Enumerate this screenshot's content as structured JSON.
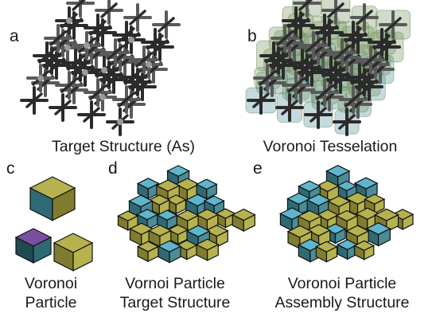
{
  "panels": {
    "a": {
      "letter": "a",
      "caption": "Target Structure (As)"
    },
    "b": {
      "letter": "b",
      "caption": "Voronoi Tesselation"
    },
    "c": {
      "letter": "c",
      "caption_line1": "Voronoi",
      "caption_line2": "Particle"
    },
    "d": {
      "letter": "d",
      "caption_line1": "Vornoi Particle",
      "caption_line2": "Target Structure"
    },
    "e": {
      "letter": "e",
      "caption_line1": "Voronoi Particle",
      "caption_line2": "Assembly Structure"
    }
  },
  "colors": {
    "rod_dark": "#2b2b2b",
    "rod_light": "#5a5a5a",
    "atom": "#9a9a9a",
    "cell_fill": "#6f8f5a",
    "cell_alt": "#4a8c97",
    "face_olive": "#b6b24f",
    "face_olive_dark": "#7f7c2f",
    "face_cyan": "#5fb6cc",
    "face_teal": "#2f6a74",
    "face_teal_dark": "#1f4a52",
    "edge": "#111111",
    "accent_purple": "#7a4fa0"
  }
}
